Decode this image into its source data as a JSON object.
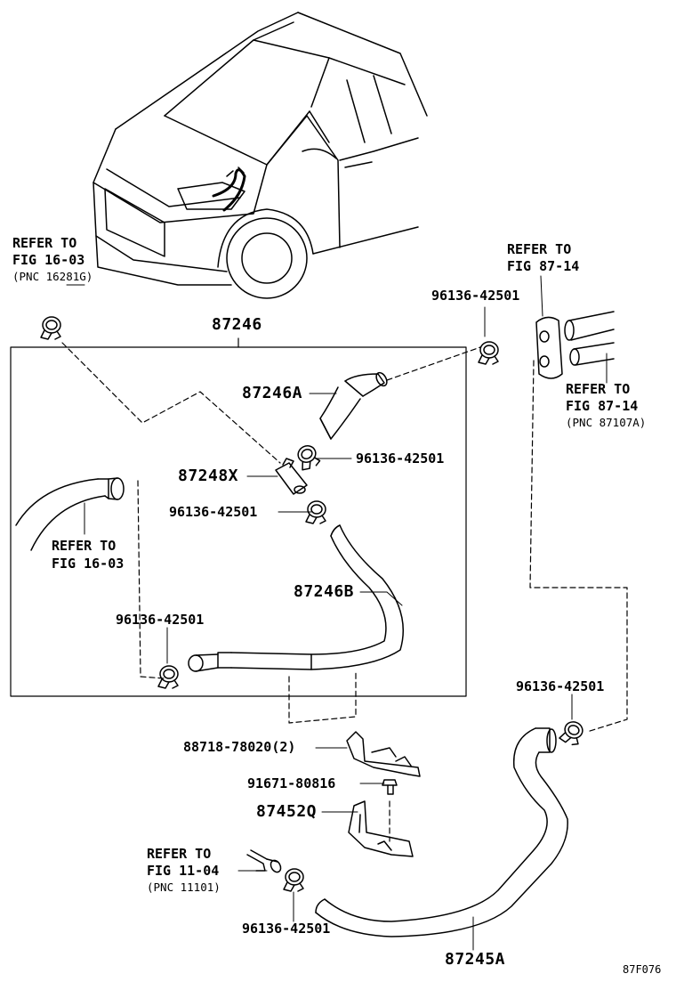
{
  "colors": {
    "ink": "#000000",
    "paper": "#ffffff"
  },
  "labels": {
    "refer_fig1603_top": {
      "line1": "REFER TO",
      "line2": "FIG 16-03",
      "line3": "(PNC 16281G)"
    },
    "refer_fig8714_top": {
      "line1": "REFER TO",
      "line2": "FIG 87-14"
    },
    "refer_fig8714_pnc": {
      "line1": "REFER TO",
      "line2": "FIG 87-14",
      "line3": "(PNC 87107A)"
    },
    "refer_fig1603_inner": {
      "line1": "REFER TO",
      "line2": "FIG 16-03"
    },
    "refer_fig1104": {
      "line1": "REFER TO",
      "line2": "FIG 11-04",
      "line3": "(PNC 11101)"
    },
    "assembly": "87246",
    "hose_a": "87246A",
    "hose_b": "87246B",
    "union": "87248X",
    "clamp_upper_right": "96136-42501",
    "clamp_inner_right": "96136-42501",
    "clamp_inner_mid": "96136-42501",
    "clamp_inner_left": "96136-42501",
    "clamp_lower_right": "96136-42501",
    "clamp_bottom": "96136-42501",
    "clamp_holder": "88718-78020(2)",
    "bolt": "91671-80816",
    "bracket": "87452Q",
    "hose_main": "87245A",
    "figure_code": "87F076"
  }
}
